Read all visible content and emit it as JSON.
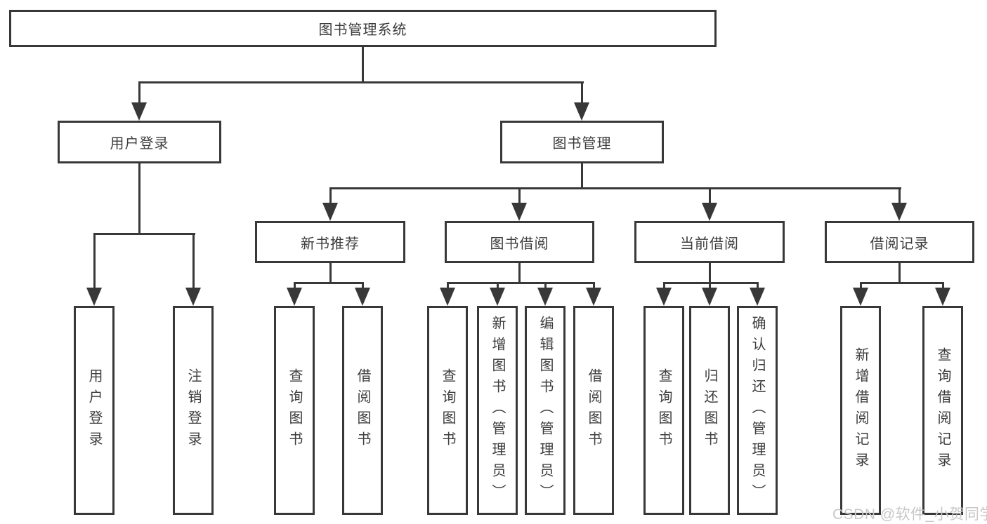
{
  "diagram": {
    "root": {
      "label": "图书管理系统"
    },
    "branches": [
      {
        "label": "用户登录",
        "children": [
          {
            "label": "用户登录"
          },
          {
            "label": "注销登录"
          }
        ]
      },
      {
        "label": "图书管理",
        "children": [
          {
            "label": "新书推荐",
            "children": [
              {
                "label": "查询图书"
              },
              {
                "label": "借阅图书"
              }
            ]
          },
          {
            "label": "图书借阅",
            "children": [
              {
                "label": "查询图书"
              },
              {
                "label": "新增图书（管理员）"
              },
              {
                "label": "编辑图书（管理员）"
              },
              {
                "label": "借阅图书"
              }
            ]
          },
          {
            "label": "当前借阅",
            "children": [
              {
                "label": "查询图书"
              },
              {
                "label": "归还图书"
              },
              {
                "label": "确认归还（管理员）"
              }
            ]
          },
          {
            "label": "借阅记录",
            "children": [
              {
                "label": "新增借阅记录"
              },
              {
                "label": "查询借阅记录"
              }
            ]
          }
        ]
      }
    ]
  },
  "watermark": {
    "text": "CSDN @软件_小贺同学"
  },
  "colors": {
    "line": "#383838",
    "text": "#3d3d3d",
    "watermark": "#c8c8c8",
    "background": "#ffffff"
  }
}
